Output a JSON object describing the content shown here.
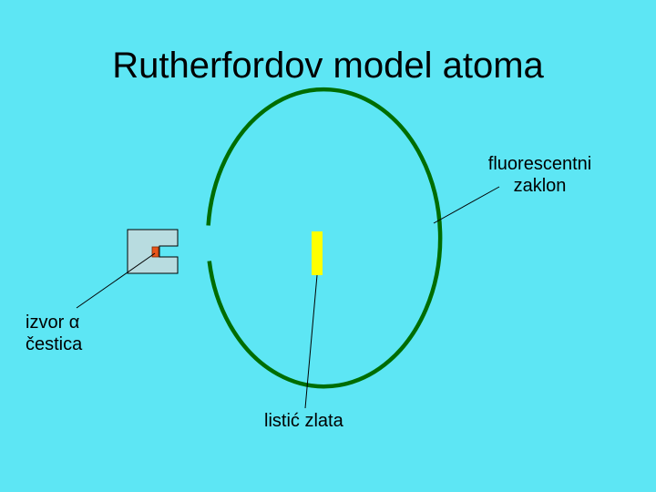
{
  "title": "Rutherfordov model atoma",
  "labels": {
    "screen_line1": "fluorescentni",
    "screen_line2": "zaklon",
    "source_prefix": "izvor",
    "alpha_symbol": "α",
    "source_line2": "čestica",
    "gold_foil": "listić zlata"
  },
  "colors": {
    "background": "#5de6f4",
    "screen_ring": "#006d00",
    "gold_foil": "#ffff00",
    "source_housing": "#b8dce0",
    "source_emitter": "#e8541a"
  }
}
